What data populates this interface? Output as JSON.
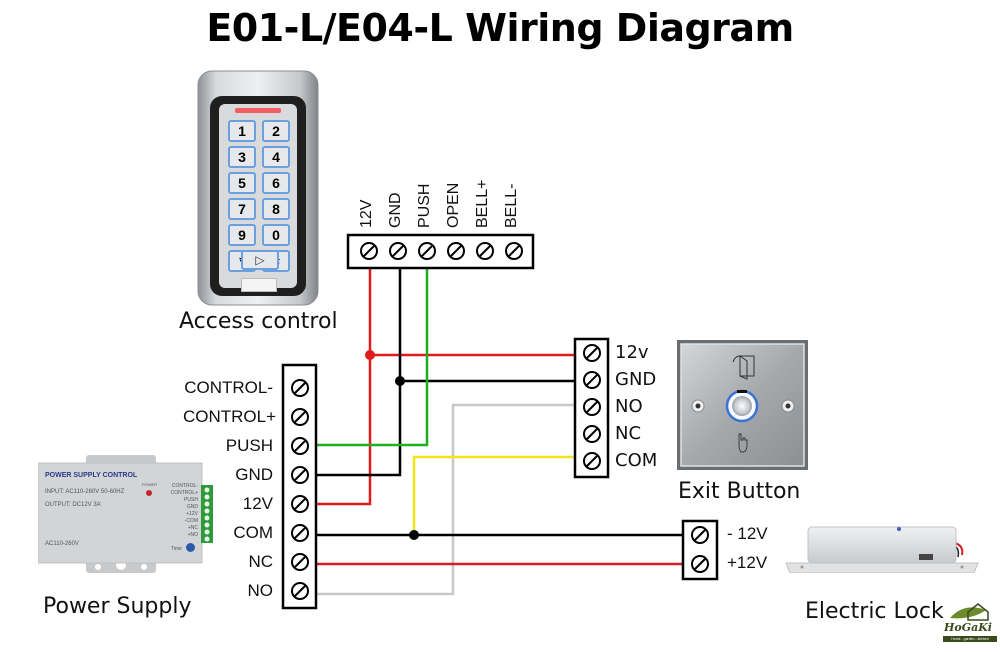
{
  "title": "E01-L/E04-L Wiring Diagram",
  "devices": {
    "access_control": {
      "caption": "Access control",
      "keys": [
        "1",
        "2",
        "3",
        "4",
        "5",
        "6",
        "7",
        "8",
        "9",
        "0",
        "*",
        "#"
      ],
      "terminals": [
        "12V",
        "GND",
        "PUSH",
        "OPEN",
        "BELL+",
        "BELL-"
      ]
    },
    "power_supply": {
      "caption": "Power Supply",
      "panel_title": "POWER SUPPLY CONTROL",
      "panel_input": "INPUT: AC110-260V 50-60HZ",
      "panel_output": "OUTPUT: DC12V  3A",
      "panel_ac": "AC110-260V",
      "panel_power": "POWER",
      "panel_time": "Time",
      "panel_terminals": [
        "CONTROL-",
        "CONTROL+",
        "PUSH",
        "GND",
        "+12V",
        "-COM",
        "+NC",
        "+NO"
      ],
      "terminals": [
        "CONTROL-",
        "CONTROL+",
        "PUSH",
        "GND",
        "12V",
        "COM",
        "NC",
        "NO"
      ]
    },
    "exit_button": {
      "caption": "Exit Button",
      "terminals": [
        "12v",
        "GND",
        "NO",
        "NC",
        "COM"
      ]
    },
    "electric_lock": {
      "caption": "Electric Lock",
      "terminals": [
        "- 12V",
        "+12V"
      ]
    }
  },
  "wires": [
    {
      "from": "PSU 12V",
      "to": "Access 12V / Exit 12v",
      "color": "#e01b1b"
    },
    {
      "from": "PSU GND",
      "to": "Access GND / Exit GND",
      "color": "#000000"
    },
    {
      "from": "PSU PUSH",
      "to": "Access PUSH",
      "color": "#1fae24"
    },
    {
      "from": "PSU NO",
      "to": "Exit NO",
      "color": "#c8c8c8"
    },
    {
      "from": "PSU COM",
      "to": "Lock -12V / Exit COM",
      "color": "#000000"
    },
    {
      "from": "Exit COM",
      "to": "COM junction",
      "color": "#f2e41a"
    },
    {
      "from": "PSU NC",
      "to": "Lock +12V",
      "color": "#d31f2a"
    }
  ],
  "colors": {
    "red": "#e01b1b",
    "black": "#000000",
    "green": "#1fae24",
    "gray": "#c8c8c8",
    "yellow": "#f2e41a",
    "lock_red": "#d31f2a"
  },
  "watermark": {
    "brand": "HoGaKi",
    "tagline": "Home - garden - kitchen"
  }
}
